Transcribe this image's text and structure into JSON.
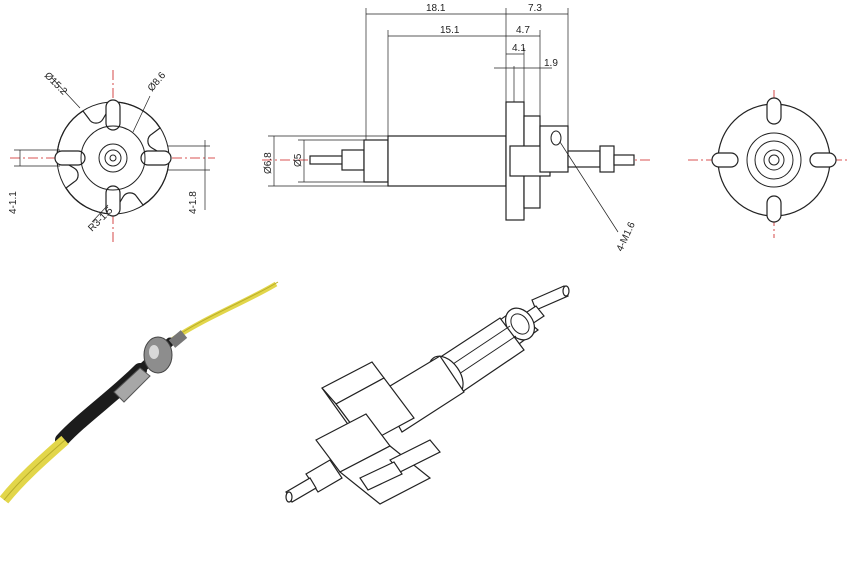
{
  "dimensions": {
    "overall_length": "18.1",
    "body_length": "15.1",
    "flange_offset": "7.3",
    "d47": "4.7",
    "d41": "4.1",
    "d19": "1.9",
    "dia_outer": "Ø6.8",
    "dia_inner": "Ø5",
    "hole_callout": "4-M1.6",
    "flange_dia": "Ø15.2",
    "bolt_dia": "Ø8.6",
    "slot_radius": "R3-1.5",
    "slot_left": "4-1.1",
    "slot_right": "4-1.8"
  },
  "colors": {
    "centerline": "#cc1b1b",
    "fiber_jacket": "#e2d64a",
    "boot": "#1c1c1c",
    "metal": "#9a9a9a"
  }
}
